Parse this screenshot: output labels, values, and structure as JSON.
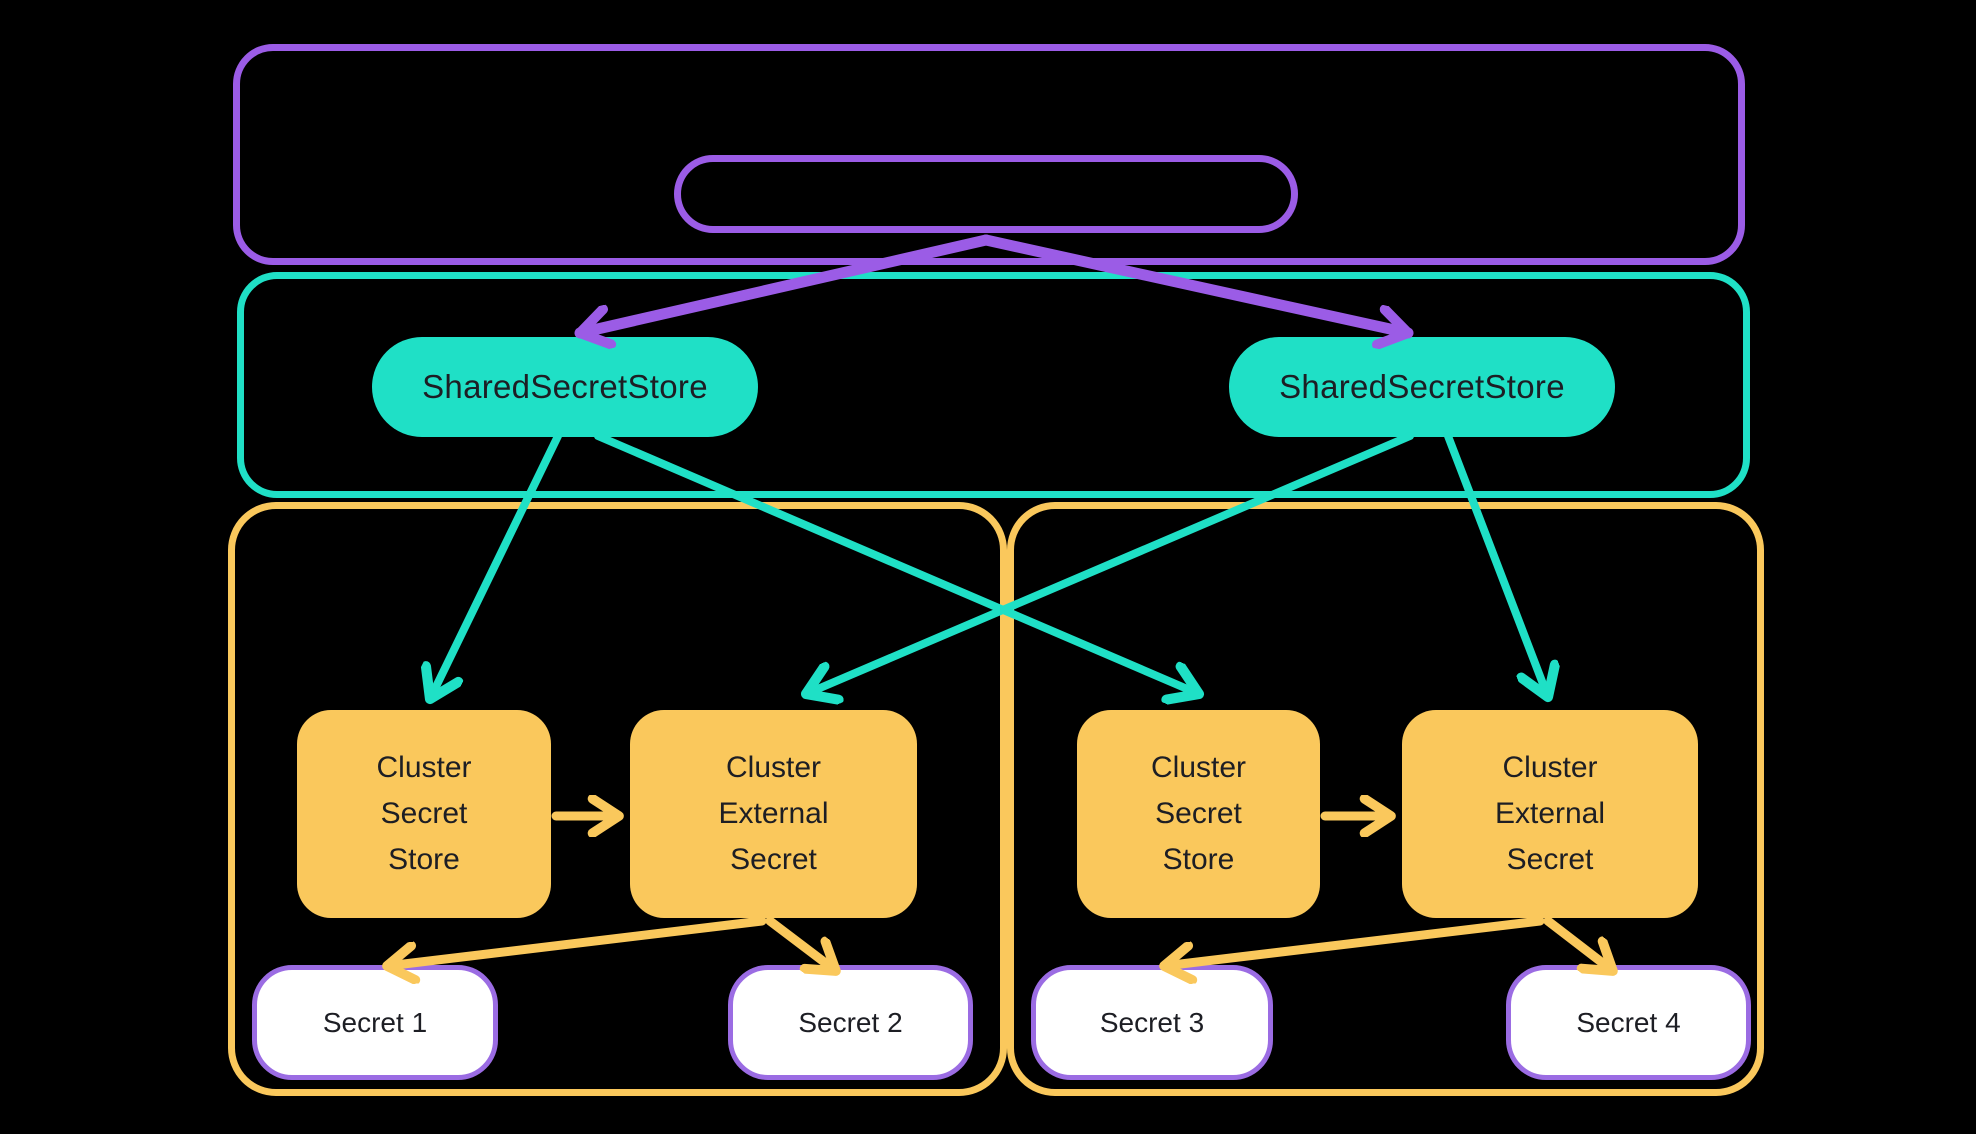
{
  "colors": {
    "background": "#000000",
    "purple": "#9b5ce6",
    "teal": "#1fe0c6",
    "orange": "#fac85c",
    "secret_border": "#9b6ce3",
    "secret_fill": "#ffffff",
    "text": "#1d1e24"
  },
  "nodes": {
    "shared_secret_store_left": {
      "label": "SharedSecretStore"
    },
    "shared_secret_store_right": {
      "label": "SharedSecretStore"
    },
    "cluster_secret_store_left": {
      "label": "Cluster\nSecret\nStore"
    },
    "cluster_external_secret_left": {
      "label": "Cluster\nExternal\nSecret"
    },
    "cluster_secret_store_right": {
      "label": "Cluster\nSecret\nStore"
    },
    "cluster_external_secret_right": {
      "label": "Cluster\nExternal\nSecret"
    },
    "secret_1": {
      "label": "Secret 1"
    },
    "secret_2": {
      "label": "Secret 2"
    },
    "secret_3": {
      "label": "Secret 3"
    },
    "secret_4": {
      "label": "Secret 4"
    }
  },
  "edges": [
    {
      "from": "inner_pill",
      "to": "shared_secret_store_left",
      "color": "purple"
    },
    {
      "from": "inner_pill",
      "to": "shared_secret_store_right",
      "color": "purple"
    },
    {
      "from": "shared_secret_store_left",
      "to": "cluster_secret_store_left",
      "color": "teal"
    },
    {
      "from": "shared_secret_store_left",
      "to": "cluster_secret_store_right",
      "color": "teal"
    },
    {
      "from": "shared_secret_store_right",
      "to": "cluster_external_secret_left",
      "color": "teal"
    },
    {
      "from": "shared_secret_store_right",
      "to": "cluster_external_secret_right",
      "color": "teal"
    },
    {
      "from": "cluster_secret_store_left",
      "to": "cluster_external_secret_left",
      "color": "orange"
    },
    {
      "from": "cluster_secret_store_right",
      "to": "cluster_external_secret_right",
      "color": "orange"
    },
    {
      "from": "cluster_external_secret_left",
      "to": "secret_1",
      "color": "orange"
    },
    {
      "from": "cluster_external_secret_left",
      "to": "secret_2",
      "color": "orange"
    },
    {
      "from": "cluster_external_secret_right",
      "to": "secret_3",
      "color": "orange"
    },
    {
      "from": "cluster_external_secret_right",
      "to": "secret_4",
      "color": "orange"
    }
  ]
}
